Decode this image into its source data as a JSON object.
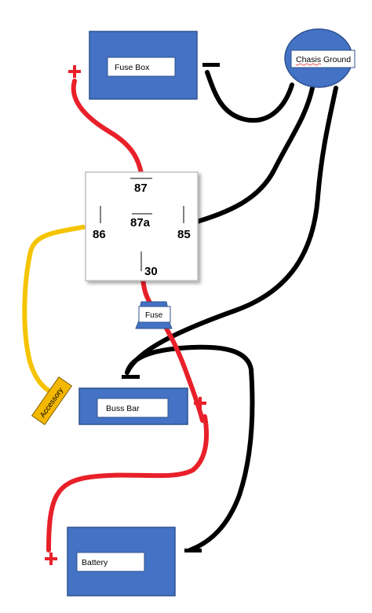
{
  "components": {
    "fuse_box": {
      "label": "Fuse Box"
    },
    "chassis_ground": {
      "label": "Chasis Ground"
    },
    "buss_bar": {
      "label": "Buss Bar"
    },
    "battery": {
      "label": "Battery"
    },
    "fuse": {
      "label": "Fuse"
    },
    "accessory": {
      "label": "Accessory"
    },
    "relay": {
      "pins": {
        "p87": "87",
        "p87a": "87a",
        "p86": "86",
        "p85": "85",
        "p30": "30"
      }
    }
  },
  "colors": {
    "box_fill": "#4472c4",
    "box_stroke": "#2f528f",
    "positive_wire": "#e8202a",
    "ground_wire": "#000000",
    "accessory_wire": "#f5c400",
    "accessory_fill": "#f5b800",
    "relay_fill": "#ffffff",
    "relay_stroke": "#bfbfbf"
  },
  "icons": {
    "positive": "plus-sign-icon",
    "negative": "minus-sign-icon"
  }
}
